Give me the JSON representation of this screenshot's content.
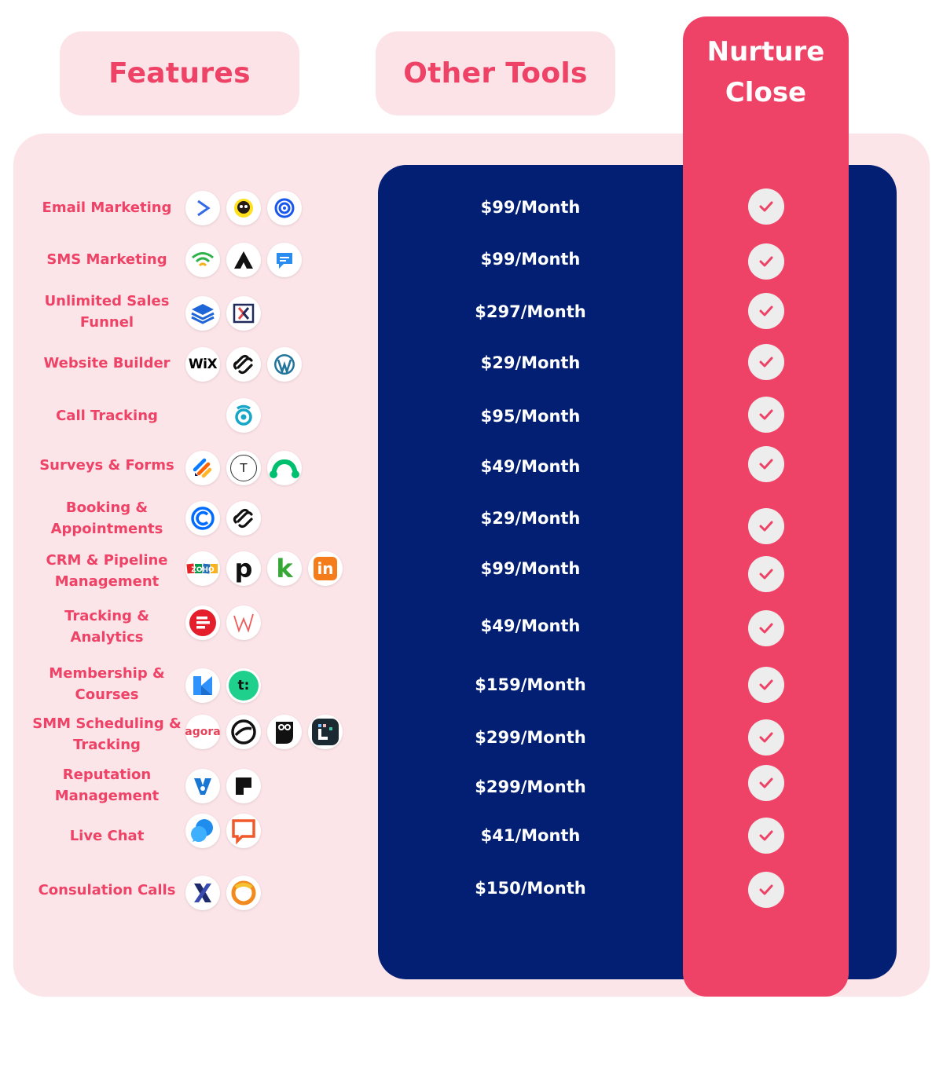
{
  "headers": {
    "features": "Features",
    "other_tools": "Other Tools",
    "nurture_close_line1": "Nurture",
    "nurture_close_line2": "Close"
  },
  "rows": [
    {
      "feature": "Email Marketing",
      "price": "$99/Month",
      "icons": [
        "activecampaign-icon",
        "mailchimp-icon",
        "constant-contact-icon"
      ]
    },
    {
      "feature": "SMS Marketing",
      "price": "$99/Month",
      "icons": [
        "wifi-signal-icon",
        "attentive-icon",
        "chat-bubble-icon"
      ]
    },
    {
      "feature": "Unlimited Sales Funnel",
      "price": "$297/Month",
      "icons": [
        "layers-icon",
        "clickfunnels-icon"
      ]
    },
    {
      "feature": "Website Builder",
      "price": "$29/Month",
      "icons": [
        "wix-icon",
        "squarespace-icon",
        "wordpress-icon"
      ]
    },
    {
      "feature": "Call Tracking",
      "price": "$95/Month",
      "icons": [
        "callrail-icon"
      ]
    },
    {
      "feature": "Surveys & Forms",
      "price": "$49/Month",
      "icons": [
        "jotform-icon",
        "typeform-icon",
        "surveymonkey-icon"
      ]
    },
    {
      "feature": "Booking & Appointments",
      "price": "$29/Month",
      "icons": [
        "calendly-icon",
        "squarespace-icon"
      ]
    },
    {
      "feature": "CRM & Pipeline Management",
      "price": "$99/Month",
      "icons": [
        "zoho-icon",
        "pipedrive-icon",
        "keap-icon",
        "insightly-icon"
      ]
    },
    {
      "feature": "Tracking & Analytics",
      "price": "$49/Month",
      "icons": [
        "analytics-red-icon",
        "woopra-icon"
      ]
    },
    {
      "feature": "Membership & Courses",
      "price": "$159/Month",
      "icons": [
        "kajabi-icon",
        "teachable-icon"
      ]
    },
    {
      "feature": "SMM Scheduling & Tracking",
      "price": "$299/Month",
      "icons": [
        "agorapulse-icon",
        "sprout-icon",
        "hootsuite-icon",
        "later-icon"
      ]
    },
    {
      "feature": "Reputation Management",
      "price": "$299/Month",
      "icons": [
        "birdeye-icon",
        "podium-icon"
      ]
    },
    {
      "feature": "Live Chat",
      "price": "$41/Month",
      "icons": [
        "intercom-icon",
        "drift-chat-icon"
      ]
    },
    {
      "feature": "Consulation Calls",
      "price": "$150/Month",
      "icons": [
        "x-logo-icon",
        "ring-icon"
      ]
    }
  ],
  "icon_text": {
    "wix": "WiX",
    "typeform": "T",
    "zoho": "ZOHO",
    "pipedrive": "p",
    "keap": "k",
    "insightly": "in",
    "teachable": "t:",
    "agorapulse": "agora"
  },
  "colors": {
    "accent": "#ee4266",
    "panel": "#fce5e9",
    "navy": "#031f73",
    "check_bg": "#ededed"
  }
}
